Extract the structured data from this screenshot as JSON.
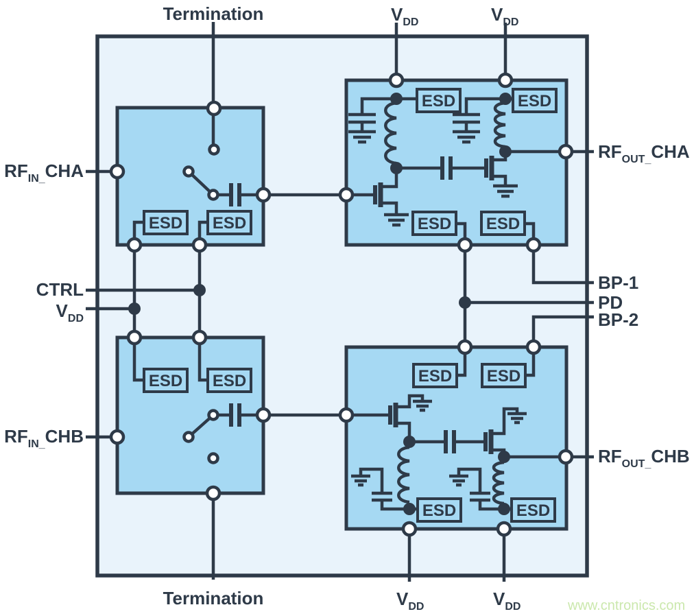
{
  "colors": {
    "line": "#2e3a48",
    "chip_fill": "#e9f3fb",
    "block_fill": "#a6d9f3",
    "watermark": "#cbe8ad",
    "background": "#ffffff"
  },
  "pins": {
    "termination_top": {
      "label": "Termination"
    },
    "vdd_top_1": {
      "main": "V",
      "sub": "DD"
    },
    "vdd_top_2": {
      "main": "V",
      "sub": "DD"
    },
    "rf_in_cha": {
      "main": "RF",
      "sub": "IN_",
      "rest": "CHA"
    },
    "ctrl": {
      "label": "CTRL"
    },
    "vdd_left": {
      "main": "V",
      "sub": "DD"
    },
    "rf_in_chb": {
      "main": "RF",
      "sub": "IN_",
      "rest": "CHB"
    },
    "rf_out_cha": {
      "main": "RF",
      "sub": "OUT_",
      "rest": "CHA"
    },
    "bp_1": {
      "label": "BP-1"
    },
    "pd": {
      "label": "PD"
    },
    "bp_2": {
      "label": "BP-2"
    },
    "rf_out_chb": {
      "main": "RF",
      "sub": "OUT_",
      "rest": "CHB"
    },
    "termination_bottom": {
      "label": "Termination"
    },
    "vdd_bottom_1": {
      "main": "V",
      "sub": "DD"
    },
    "vdd_bottom_2": {
      "main": "V",
      "sub": "DD"
    }
  },
  "components": {
    "esd_label": "ESD"
  },
  "watermark": {
    "text": "www.cntronics.com"
  }
}
